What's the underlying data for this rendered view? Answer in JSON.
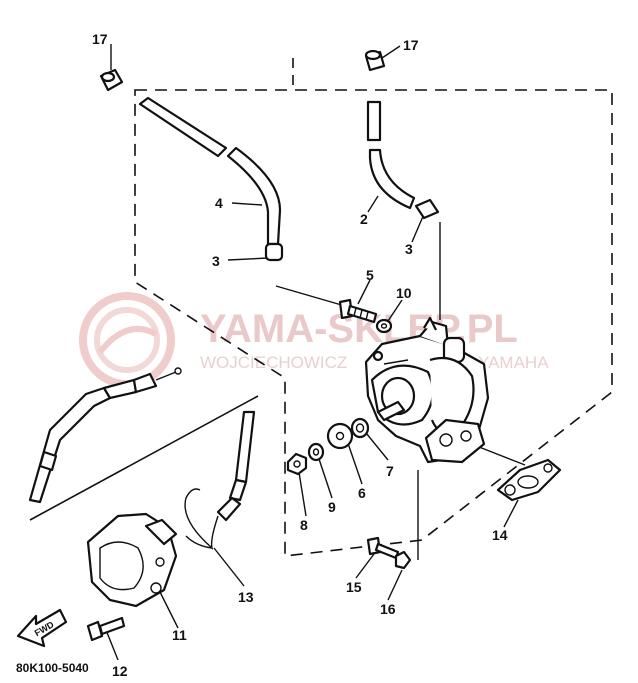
{
  "diagram": {
    "code": "80K100-5040",
    "watermark": {
      "brand": "YAMA-SKLEP.PL",
      "sub": "WOJCIECHOWICZ",
      "sub2": "YAMAHA"
    },
    "forward_arrow": "FWD",
    "callouts": [
      {
        "id": "17",
        "text": "17"
      },
      {
        "id": "17b",
        "text": "17"
      },
      {
        "id": "4",
        "text": "4"
      },
      {
        "id": "2",
        "text": "2"
      },
      {
        "id": "3",
        "text": "3"
      },
      {
        "id": "3b",
        "text": "3"
      },
      {
        "id": "5",
        "text": "5"
      },
      {
        "id": "10",
        "text": "10"
      },
      {
        "id": "7",
        "text": "7"
      },
      {
        "id": "6",
        "text": "6"
      },
      {
        "id": "9",
        "text": "9"
      },
      {
        "id": "8",
        "text": "8"
      },
      {
        "id": "14",
        "text": "14"
      },
      {
        "id": "15",
        "text": "15"
      },
      {
        "id": "16",
        "text": "16"
      },
      {
        "id": "13",
        "text": "13"
      },
      {
        "id": "11",
        "text": "11"
      },
      {
        "id": "12",
        "text": "12"
      }
    ]
  }
}
